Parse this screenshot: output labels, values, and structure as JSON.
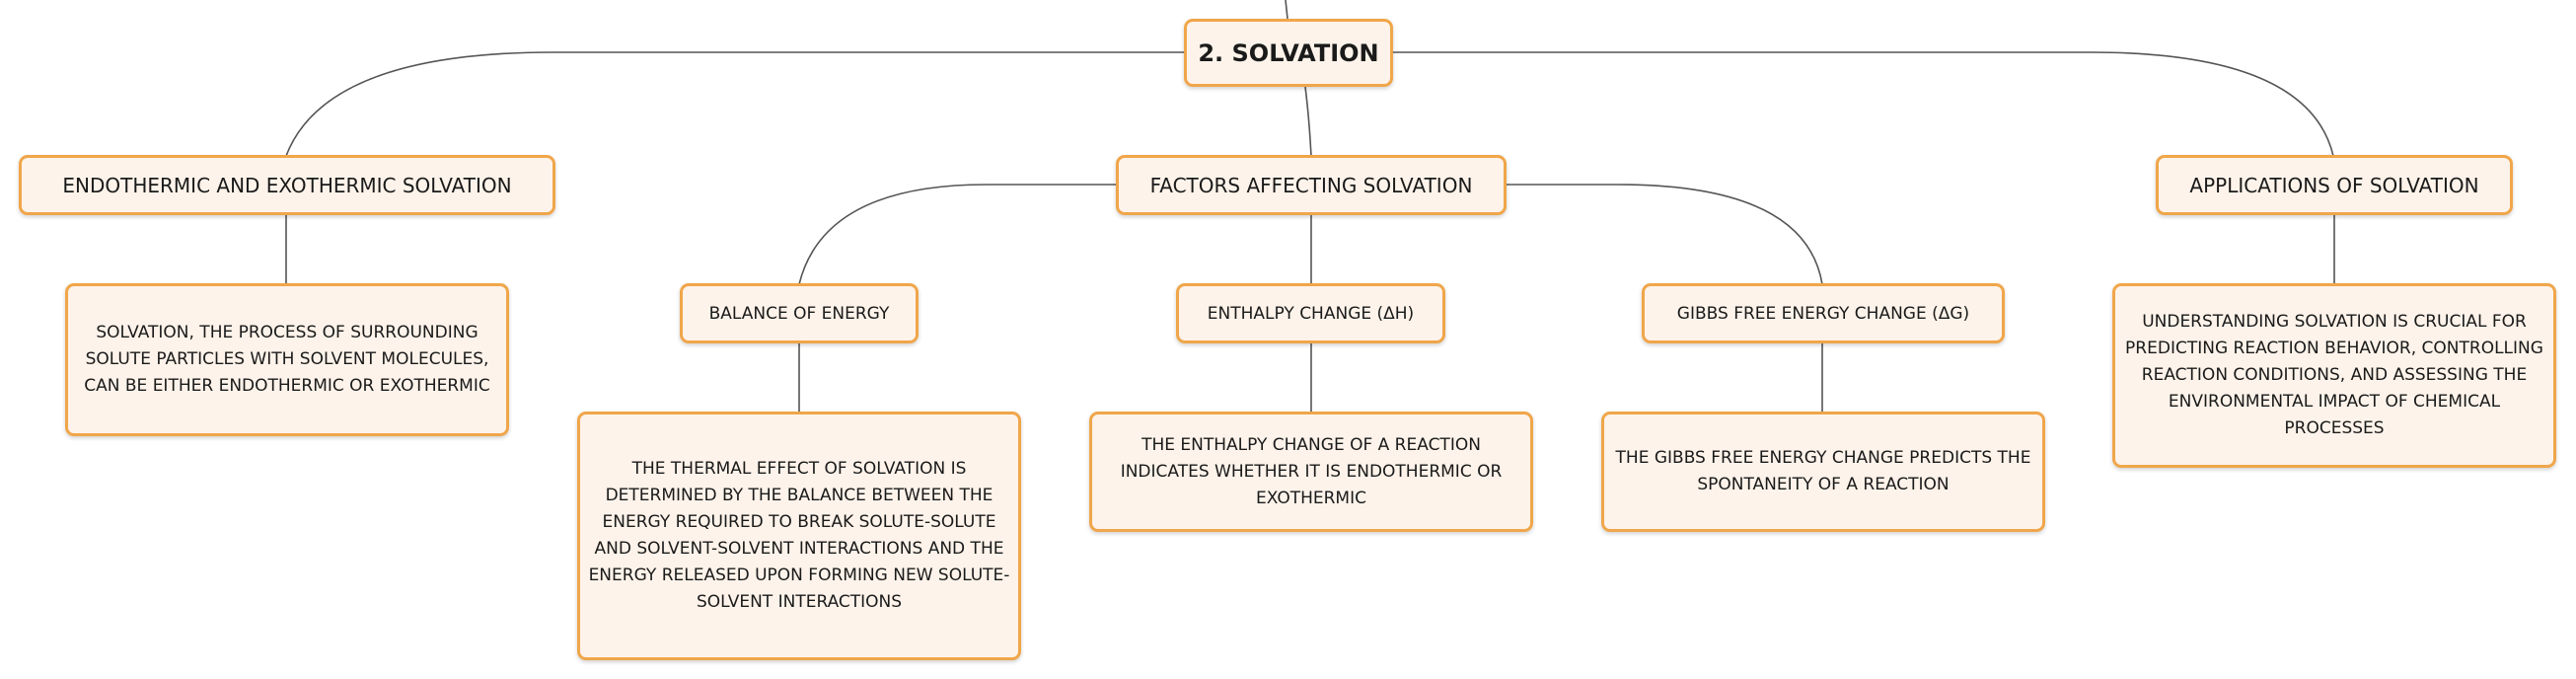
{
  "colors": {
    "node_fill": "#fdf3ea",
    "node_border": "#f0a64a",
    "connector": "#555555"
  },
  "root": {
    "label": "2. SOLVATION"
  },
  "branches": {
    "endothermic": {
      "label": "ENDOTHERMIC AND EXOTHERMIC SOLVATION",
      "detail": "SOLVATION, THE PROCESS OF SURROUNDING SOLUTE PARTICLES WITH SOLVENT MOLECULES, CAN BE EITHER ENDOTHERMIC OR EXOTHERMIC"
    },
    "factors": {
      "label": "FACTORS AFFECTING SOLVATION",
      "balance": {
        "label": "BALANCE OF ENERGY",
        "detail": "THE THERMAL EFFECT OF SOLVATION IS DETERMINED BY THE BALANCE BETWEEN THE ENERGY REQUIRED TO BREAK SOLUTE-SOLUTE AND SOLVENT-SOLVENT INTERACTIONS AND THE ENERGY RELEASED UPON FORMING NEW SOLUTE-SOLVENT INTERACTIONS"
      },
      "enthalpy": {
        "label": "ENTHALPY CHANGE (ΔH)",
        "detail": "THE ENTHALPY CHANGE OF A REACTION INDICATES WHETHER IT IS ENDOTHERMIC OR EXOTHERMIC"
      },
      "gibbs": {
        "label": "GIBBS FREE ENERGY CHANGE (ΔG)",
        "detail": "THE GIBBS FREE ENERGY CHANGE PREDICTS THE SPONTANEITY OF A REACTION"
      }
    },
    "applications": {
      "label": "APPLICATIONS OF SOLVATION",
      "detail": "UNDERSTANDING SOLVATION IS CRUCIAL FOR PREDICTING REACTION BEHAVIOR, CONTROLLING REACTION CONDITIONS, AND ASSESSING THE ENVIRONMENTAL IMPACT OF CHEMICAL PROCESSES"
    }
  }
}
